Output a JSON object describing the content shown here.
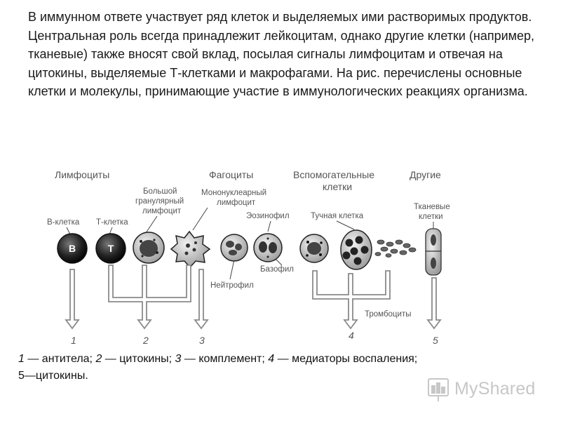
{
  "intro_text": "В иммунном ответе участвует ряд клеток и выделяемых ими растворимых продуктов. Центральная роль всегда принадлежит лейкоцитам, однако другие клетки (например, тканевые) также вносят свой вклад, посылая сигналы лимфоцитам и отвечая на цитокины, выделяемые Т-клетками и макрофагами. На рис. перечислены основные клетки и молекулы, принимающие участие в иммунологических реакциях организма.",
  "diagram": {
    "groups": {
      "lymphocytes": "Лимфоциты",
      "phagocytes": "Фагоциты",
      "auxiliary_line1": "Вспомогательные",
      "auxiliary_line2": "клетки",
      "other": "Другие"
    },
    "cells": {
      "b_cell": "В-клетка",
      "b_symbol": "B",
      "t_cell": "Т-клетка",
      "t_symbol": "T",
      "lgl_line1": "Большой",
      "lgl_line2": "гранулярный",
      "lgl_line3": "лимфоцит",
      "mono_line1": "Мононуклеарный",
      "mono_line2": "лимфоцит",
      "eosinophil": "Эозинофил",
      "mast_cell": "Тучная клетка",
      "tissue_line1": "Тканевые",
      "tissue_line2": "клетки",
      "neutrophil": "Нейтрофил",
      "basophil": "Базофил",
      "platelets": "Тромбоциты"
    },
    "outputs": [
      "1",
      "2",
      "3",
      "4",
      "5"
    ]
  },
  "legend": {
    "n1": "1",
    "t1": " — антитела; ",
    "n2": "2",
    "t2": " — цитокины; ",
    "n3": "3",
    "t3": " — комплемент; ",
    "n4": "4",
    "t4": " — медиаторы воспаления;",
    "line2": "5—цитокины."
  },
  "watermark": "MyShared",
  "colors": {
    "text": "#1a1a1a",
    "diagram_text": "#555555",
    "arrow": "#8a8a8a",
    "watermark": "#c7c7c7"
  }
}
